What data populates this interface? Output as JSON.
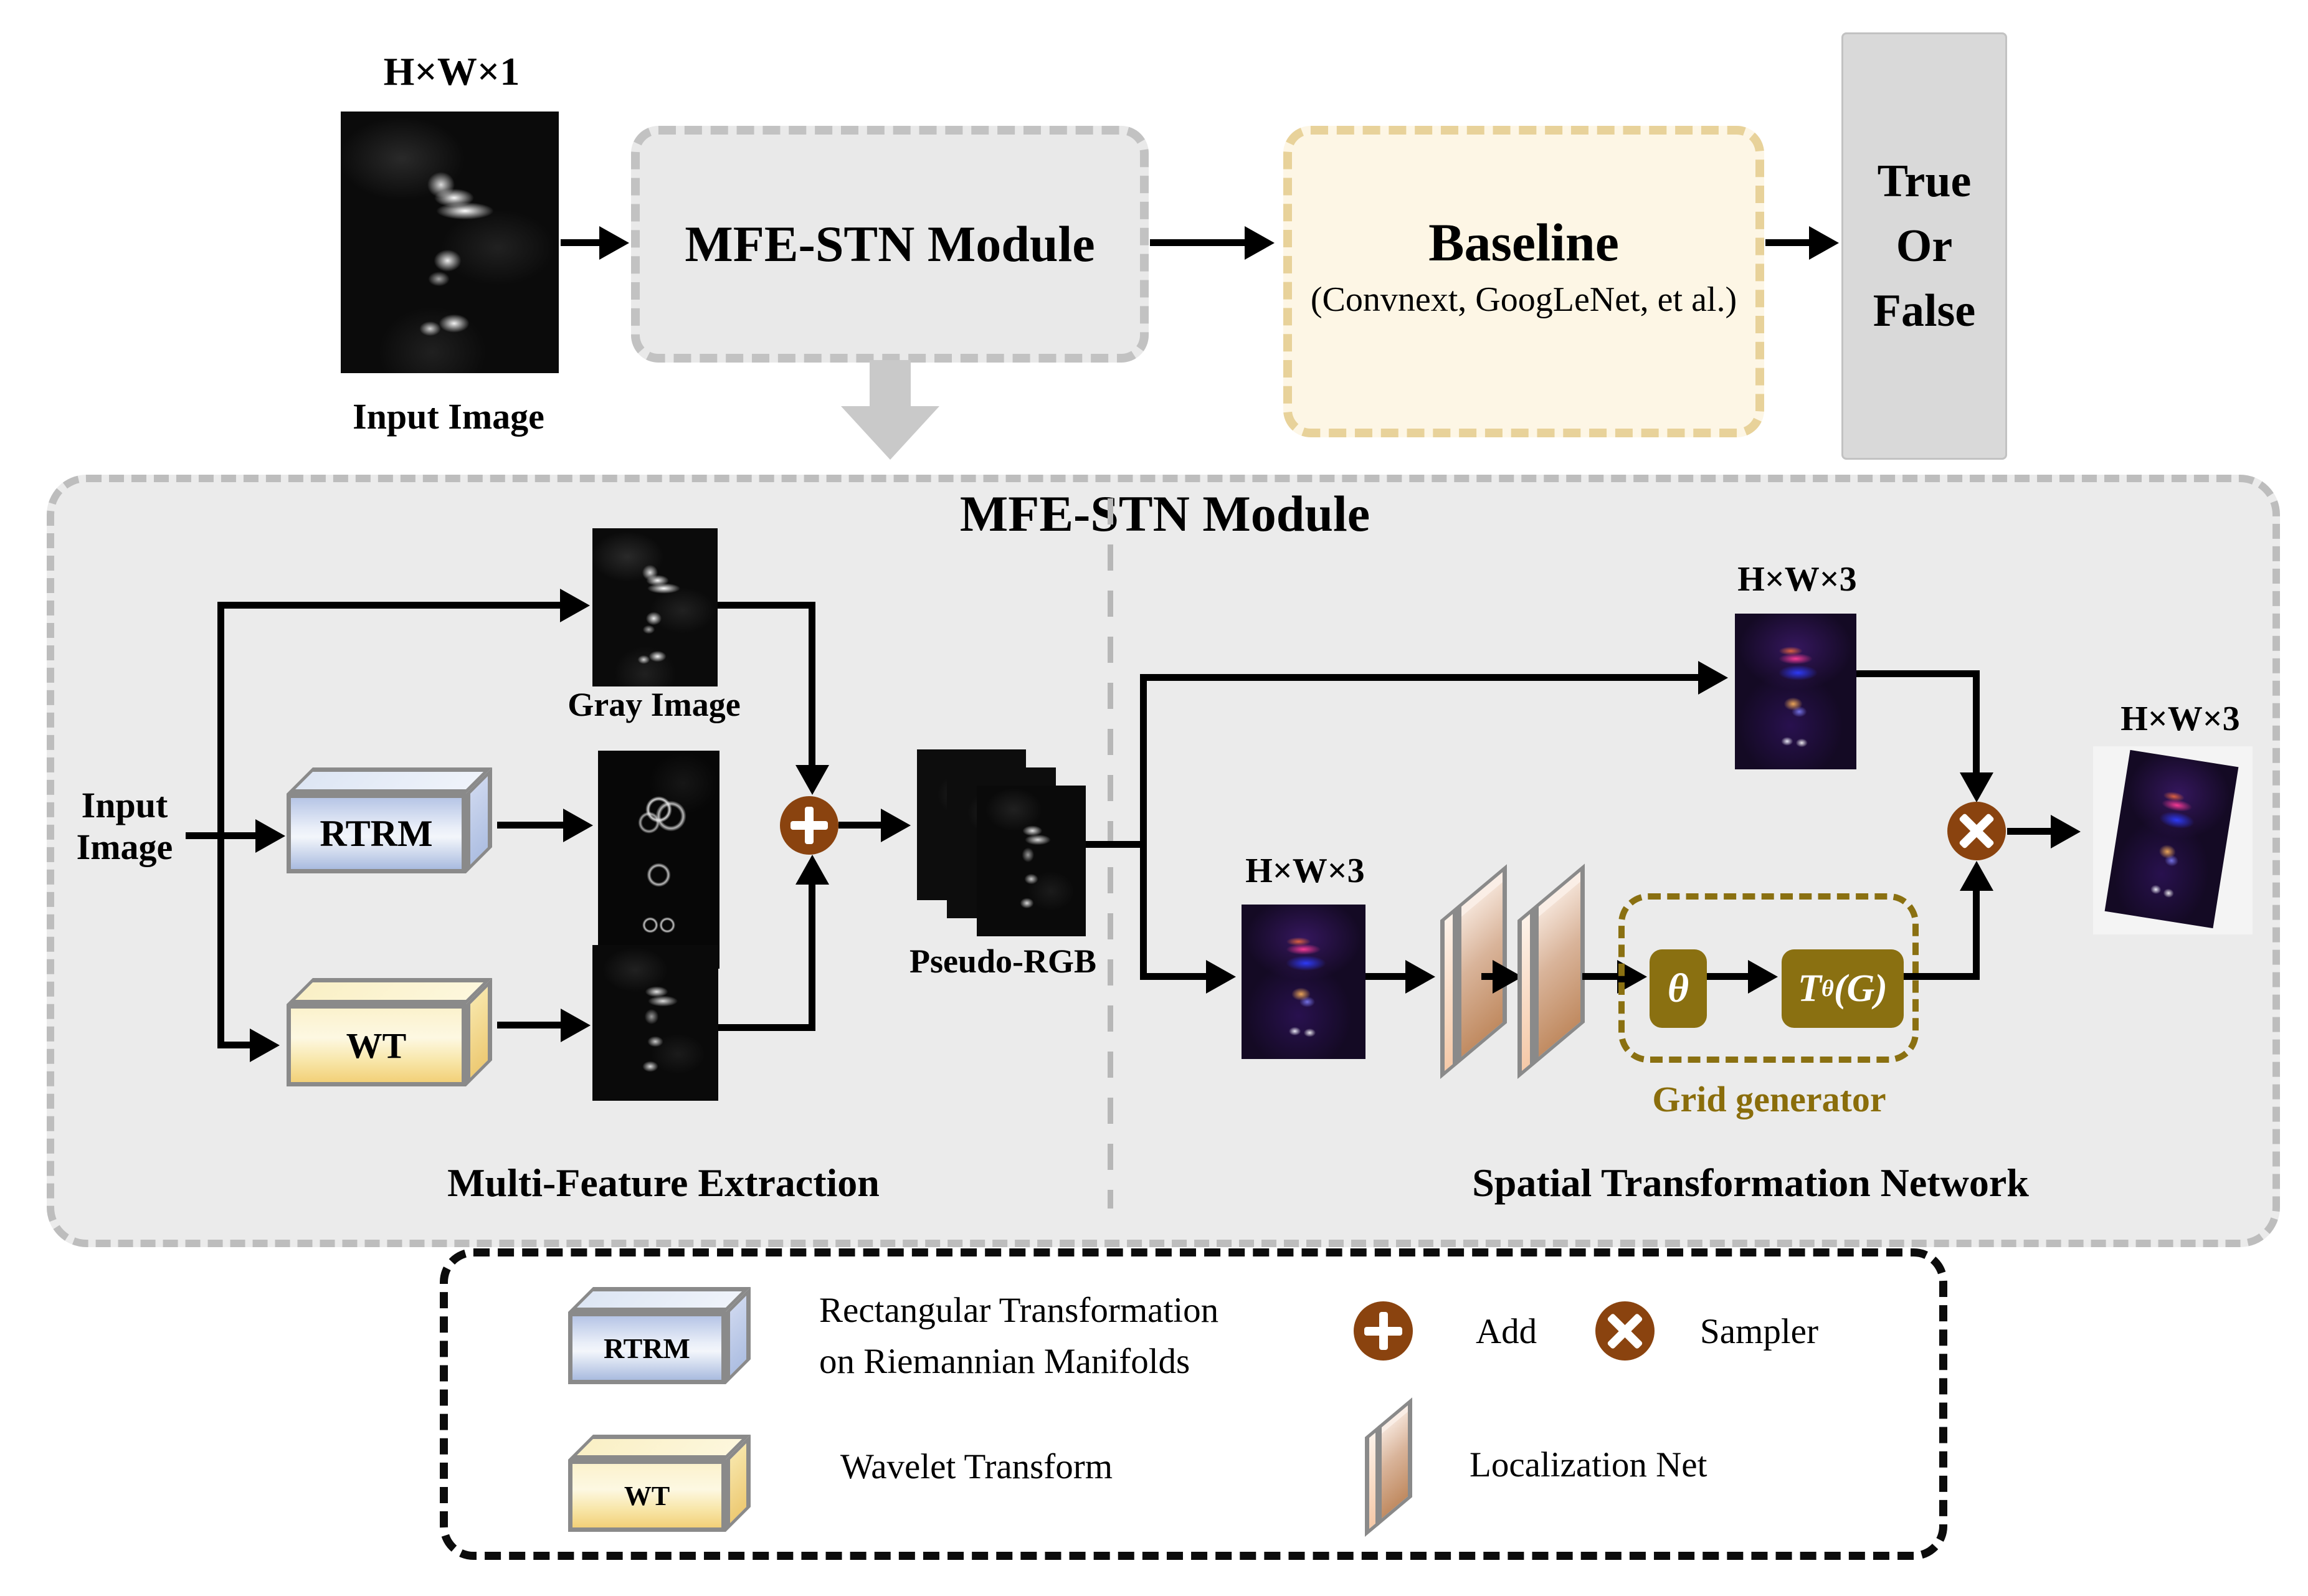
{
  "top": {
    "hxw1": "H×W×1",
    "input_caption": "Input Image",
    "module_label": "MFE-STN Module",
    "baseline_title": "Baseline",
    "baseline_sub": "(Convnext, GoogLeNet, et al.)",
    "result_lines": [
      "True",
      "Or",
      "False"
    ]
  },
  "module": {
    "title": "MFE-STN Module",
    "input_line1": "Input",
    "input_line2": "Image",
    "gray_caption": "Gray Image",
    "rtrm_label": "RTRM",
    "wt_label": "WT",
    "pseudo_caption": "Pseudo-RGB",
    "hw3": "H×W×3",
    "theta": "θ",
    "t_main": "T",
    "t_sub": "θ",
    "t_rest": "(G)",
    "grid_caption": "Grid generator",
    "mfe_caption": "Multi-Feature Extraction",
    "stn_caption": "Spatial Transformation Network"
  },
  "legend": {
    "rtrm_label": "RTRM",
    "rtrm_desc1": "Rectangular Transformation",
    "rtrm_desc2": "on Riemannian Manifolds",
    "wt_label": "WT",
    "wt_desc": "Wavelet Transform",
    "add_label": "Add",
    "sampler_label": "Sampler",
    "loc_label": "Localization Net"
  },
  "icons": {
    "add": "plus-in-circle",
    "sampler": "times-in-circle",
    "flow": "black-arrow",
    "expand": "big-gray-down-arrow"
  },
  "colors": {
    "circle_brown": "#8a430f",
    "olive": "#8a7011",
    "grid_text": "#8a6d0b",
    "baseline_bg": "#fdf6e5",
    "baseline_border": "#e8d29a",
    "module_bg": "#ebebeb",
    "tf_bg": "#d9d9d9",
    "cube_blue": "#aebfe2",
    "cube_yellow": "#f2d078",
    "plate_brown": "#c08a60"
  }
}
